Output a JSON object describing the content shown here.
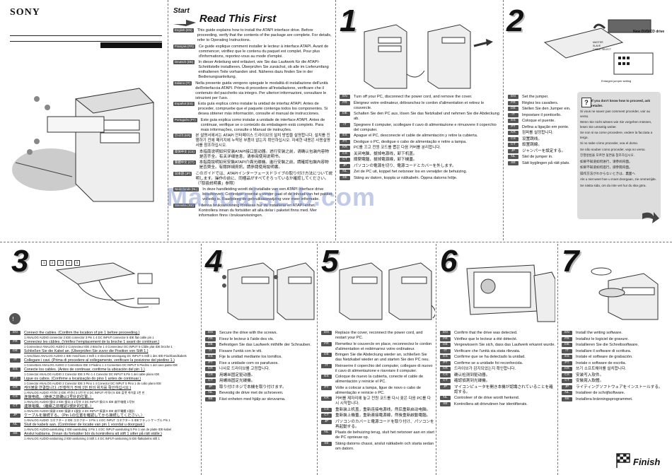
{
  "brand": "SONY",
  "start": {
    "label": "Start",
    "title": "Read This First"
  },
  "intro": [
    {
      "lang": "English (EN)",
      "text": "This guide explains how to install the ATAPI interface drive. Before proceeding, verify that the contents of the package are complete. For details, refer to Operating Instructions."
    },
    {
      "lang": "Français (FR)",
      "text": "Ce guide explique comment installer le lecteur à interface ATAPI. Avant de commencer, vérifiez que le contenu du paquet est complet. Pour plus d'informations, reportez-vous au mode d'emploi."
    },
    {
      "lang": "Deutsch (DE)",
      "text": "In dieser Anleitung wird erläutert, wie Sie das Laufwerk für die ATAPI-Schnittstelle installieren. Überprüfen Sie zunächst, ob alle im Lieferumfang enthaltenen Teile vorhanden sind. Näheres dazu finden Sie in der Bedienungsanleitung."
    },
    {
      "lang": "Italiano (IT)",
      "text": "Nella presente guida vengono spiegate le modalità di installazione dell'unità dell'interfaccia ATAPI. Prima di procedere all'installazione, verificare che il contenuto del pacchetto sia integro. Per ulteriori informazioni, consultare le istruzioni per l'uso."
    },
    {
      "lang": "Español (ES)",
      "text": "Esta guía explica cómo instalar la unidad de interfaz ATAPI. Antes de proceder, compruebe que el paquete contenga todos los componentes. Si desea obtener más información, consulte el manual de instrucciones."
    },
    {
      "lang": "Português (PT)",
      "text": "Este guia explica como instalar a unidade de interface ATAPI. Antes de continuar, verifique se o conteúdo da embalagem está completo. Para mais informações, consulte o Manual de instruções."
    },
    {
      "lang": "한국어 (KR)",
      "text": "본 설명서에서는 ATAPI 인터페이스 드라이브의 설치 방법을 설명합니다. 설치를 진행하기 전에 패키지에 누락된 부품이 없는지 확인하십시오. 자세한 내용은 사용설명서를 참조하십시오."
    },
    {
      "lang": "简体中文 (CS)",
      "text": "本指南说明如何安装ATAPI接口驱动器。进行安装之前，请确认包装内容物是否齐全。有关详细信息，请参阅使用说明书。"
    },
    {
      "lang": "繁體中文 (CT)",
      "text": "本指南說明如何安裝ATAPI介面光碟機。進行安裝之前，請確認包裝內容物是否齊全。有關詳細資訊，請參閱使用說明書。"
    },
    {
      "lang": "日本語 (JP)",
      "text": "このガイドでは、ATAPIインターフェースドライブの取り付け方法について説明します。操作の前に、同梱品がすべてそろっているか確認してください。（「取扱説明書」参照）"
    },
    {
      "lang": "Nederlands (NL)",
      "text": "In deze handleiding wordt de installatie van een ATAPI interface drive beschreven. Controleer voordat u verder gaat of de inhoud van het pakket volledig is. Raadpleeg de gebruiksaanwijzing voor meer informatie."
    },
    {
      "lang": "Svenska (SE)",
      "text": "I denna bruksanvisning förklaras hur du installerar en ATAPI-enhet. Kontrollera innan du fortsätter att alla delar i paketet finns med. Mer information finns i bruksanvisningen."
    }
  ],
  "steps": {
    "s1": {
      "num": "1",
      "lines": [
        {
          "lang": "EN",
          "text": "Turn off your PC, disconnect the power cord, and remove the cover."
        },
        {
          "lang": "FR",
          "text": "Éteignez votre ordinateur, débranchez le cordon d'alimentation et retirez le couvercle."
        },
        {
          "lang": "DE",
          "text": "Schalten Sie den PC aus, lösen Sie das Netzkabel und nehmen Sie die Abdeckung ab."
        },
        {
          "lang": "IT",
          "text": "Spegnere il computer, scollegare il cavo di alimentazione e rimuovere il coperchio del computer."
        },
        {
          "lang": "ES",
          "text": "Apague el PC, desconecte el cable de alimentación y retire la cubierta."
        },
        {
          "lang": "PT",
          "text": "Desligue o PC, desligue o cabo de alimentação e retire a tampa."
        },
        {
          "lang": "KR",
          "text": "PC를 끄고 전원 코드를 뽑은 다음 커버를 분리합니다."
        },
        {
          "lang": "CS",
          "text": "关闭电脑，拔掉电源线，卸下机盖。"
        },
        {
          "lang": "CT",
          "text": "關閉電腦，拔掉電源線，卸下機蓋。"
        },
        {
          "lang": "JP",
          "text": "パソコンの電源を切り、電源コードとカバーを外します。"
        },
        {
          "lang": "NL",
          "text": "Zet de PC uit, koppel het netsnoer los en verwijder de behuizing."
        },
        {
          "lang": "SE",
          "text": "Stäng av datorn, koppla ur nätkabeln. Öppna datorns hölje."
        }
      ]
    },
    "s2": {
      "num": "2",
      "label_drive": "New DVD/CD drive",
      "caption": "Enlarged jumper setting",
      "jumper_labels": [
        "MASTER",
        "SLAVE",
        "CABLE SELECT"
      ],
      "lines": [
        {
          "lang": "EN",
          "text": "Set the jumper."
        },
        {
          "lang": "FR",
          "text": "Réglez les cavaliers."
        },
        {
          "lang": "DE",
          "text": "Stellen Sie den Jumper ein."
        },
        {
          "lang": "IT",
          "text": "Impostare il ponticello."
        },
        {
          "lang": "ES",
          "text": "Coloque el puente."
        },
        {
          "lang": "PT",
          "text": "Defina a ligação em ponte."
        },
        {
          "lang": "KR",
          "text": "점퍼를 설정합니다."
        },
        {
          "lang": "CS",
          "text": "设置跳线。"
        },
        {
          "lang": "CT",
          "text": "設置跳線。"
        },
        {
          "lang": "JP",
          "text": "ジャンパーを設定する。"
        },
        {
          "lang": "NL",
          "text": "Stel de jumper in."
        },
        {
          "lang": "SE",
          "text": "Sätt byglingen på rätt plats."
        }
      ],
      "help": [
        "If you don't know how to proceed, ask retailer.",
        "Si vous ne savez pas comment procéder, voir au verso.",
        "Wenn Sie nicht wissen wie Sie vorgehen müssen, lesen Sie umseitig weiter.",
        "Se non si sa come procedere, vedere la facciata a tergo.",
        "Si no sabe cómo proceder, vea el dorso.",
        "Se não souber como proceder, veja no verso.",
        "진행방법을 모르면 뒷면을 참조하십시오.",
        "如果不知道如何进行，请参阅背面。",
        "如果不知道如何進行，請參閱背面。",
        "操作方法がわからないときは、裏面へ",
        "Als u niet weet hoe u moet doorgaan, zie ommezijde.",
        "Se nästa sida, om du inte vet hur du ska göra."
      ]
    },
    "s3": {
      "num": "3",
      "callouts": [
        "1",
        "2",
        "3",
        "4",
        "5"
      ],
      "lines": [
        {
          "lang": "EN",
          "text": "Connect the cables. (Confirm the location of pin 1 before proceeding.)"
        },
        {
          "lang": "FR",
          "text": "Connectez les câbles. (Vérifiez l'emplacement de la broche 1 avant de continuer.)"
        },
        {
          "lang": "DE",
          "text": "Schließen Sie die Kabel an. (Überprüfen Sie zuvor die Position von Stift 1.)"
        },
        {
          "lang": "IT",
          "text": "Collegare i cavi. (Prima di procedere al collegamento, verificare la posizione del piedino 1.)"
        },
        {
          "lang": "ES",
          "text": "Conecte los cables. (Antes de continuar, confirme la ubicación del pin 1.)"
        },
        {
          "lang": "PT",
          "text": "Ligue os cabos. (Confirme a localização do pino 1 antes de continuar.)"
        },
        {
          "lang": "KR",
          "text": "케이블을 연결합니다. (진행하기 전에 1번 핀의 위치를 확인하십시오.)"
        },
        {
          "lang": "CS",
          "text": "连接电缆。（继续之前确认1号针的位置。）"
        },
        {
          "lang": "CT",
          "text": "連接電纜。（繼續之前確認1號針的位置。）"
        },
        {
          "lang": "JP",
          "text": "ケーブルを接続する。（Pin 1の位置を確認してから接続してください。）"
        },
        {
          "lang": "NL",
          "text": "Sluit de kabels aan. (Controleer de locatie van pin 1 voordat u doorgaat.)"
        },
        {
          "lang": "SE",
          "text": "Anslut kablarna. (Innan du fortsätter bör du kontrollera att stift 1 sitter på rätt ställe.)"
        }
      ],
      "pin_lines": [
        [
          "ANALOG AUDIO connector",
          "IDE connector",
          "Pin 1",
          "DC INPUT connector",
          "IDE flat cable pin 1"
        ],
        [
          "Connecteur ANALOG AUDIO",
          "Connecteur IDE",
          "Broche 1",
          "Connecteur DC INPUT",
          "Câble plat IDE broche 1"
        ],
        [
          "Anschluss ANALOG AUDIO",
          "IDE-Anschluss",
          "Stift 1",
          "Gleichstromeingang DC INPUT",
          "Stift 1 des IDE-Flachbandkabels"
        ],
        [
          "Connettore ANALOG AUDIO",
          "Connettore IDE",
          "Piedino 1",
          "Connettore DC INPUT",
          "Piedino 1 del cavo piatto IDE"
        ],
        [
          "Conector ANALOG AUDIO",
          "Conector IDE",
          "Pin 1",
          "Conector DC INPUT",
          "Pin 1 del cable plano IDE"
        ],
        [
          "Conector ANALOG AUDIO",
          "Conector IDE",
          "Pino 1",
          "Conector DC INPUT",
          "Pino 1 do cabo plano IDE"
        ],
        [
          "ANALOG AUDIO 커넥터",
          "IDE 커넥터",
          "1번 핀",
          "DC INPUT 커넥터",
          "IDE 플랫 케이블 1번 핀"
        ],
        [
          "ANALOG AUDIO 接口",
          "IDE 接口",
          "1号针",
          "DC INPUT 接口",
          "IDE 扁平电缆 1号针"
        ],
        [
          "ANALOG AUDIO 接頭",
          "IDE 接頭",
          "1號針",
          "DC INPUT 接頭",
          "IDE 扁平電纜 1號針"
        ],
        [
          "ANALOG AUDIO コネクター",
          "IDE コネクター",
          "Pin 1",
          "DC INPUT コネクター",
          "IDEフラットケーブル Pin 1"
        ],
        [
          "ANALOG AUDIO-aansluiting",
          "IDE-aansluiting",
          "Pin 1",
          "DC INPUT-aansluiting",
          "Pin 1 van de platte IDE-kabel"
        ],
        [
          "ANALOG AUDIO-anslutning",
          "IDE-anslutning",
          "Stift 1",
          "DC INPUT-anslutning",
          "IDE-flatkabelns stift 1"
        ]
      ]
    },
    "s4": {
      "num": "4",
      "lines": [
        {
          "lang": "EN",
          "text": "Secure the drive with the screws."
        },
        {
          "lang": "FR",
          "text": "Fixez le lecteur à l'aide des vis."
        },
        {
          "lang": "DE",
          "text": "Befestigen Sie das Laufwerk mithilfe der Schrauben."
        },
        {
          "lang": "IT",
          "text": "Fissare l'unità con le viti."
        },
        {
          "lang": "ES",
          "text": "Fije la unidad mediante los tornillos."
        },
        {
          "lang": "PT",
          "text": "Fixe a unidade com os parafusos."
        },
        {
          "lang": "KR",
          "text": "나사로 드라이브를 고정합니다."
        },
        {
          "lang": "CS",
          "text": "用螺丝固定驱动器。"
        },
        {
          "lang": "CT",
          "text": "用螺絲固定光碟機。"
        },
        {
          "lang": "JP",
          "text": "取り付けネジで本機を取り付けます。"
        },
        {
          "lang": "NL",
          "text": "Bevestig de drive met de schroeven."
        },
        {
          "lang": "SE",
          "text": "Fäst enheten med hjälp av skruvarna."
        }
      ]
    },
    "s5": {
      "num": "5",
      "lines": [
        {
          "lang": "EN",
          "text": "Replace the cover, reconnect the power cord, and restart your PC."
        },
        {
          "lang": "FR",
          "text": "Remettez le couvercle en place, reconnectez le cordon d'alimentation et redémarrez votre ordinateur."
        },
        {
          "lang": "DE",
          "text": "Bringen Sie die Abdeckung wieder an, schließen Sie das Netzkabel wieder an und starten Sie den PC neu."
        },
        {
          "lang": "IT",
          "text": "Reinserire il coperchio del computer, collegare di nuovo il cavo di alimentazione e riavviare il computer."
        },
        {
          "lang": "ES",
          "text": "Coloque de nuevo la cubierta, conecte el cable de alimentación y reinicie el PC."
        },
        {
          "lang": "PT",
          "text": "Volte a colocar a tampa, ligue de novo o cabo de alimentação e reinicie o PC."
        },
        {
          "lang": "KR",
          "text": "커버를 제자리에 놓고 전원 코드를 다시 꽂은 다음 PC를 다시 시작합니다."
        },
        {
          "lang": "CS",
          "text": "重新装上机盖，重新连接电源线，然后重新启动电脑。"
        },
        {
          "lang": "CT",
          "text": "重新裝上機蓋，重新連接電源線，然後重新啟動電腦。"
        },
        {
          "lang": "JP",
          "text": "パソコンのカバーと電源コードを取り付け、パソコンを再起動する。"
        },
        {
          "lang": "NL",
          "text": "Plaats de behuizing terug, sluit het netsnoer aan en start de PC opnieuw op."
        },
        {
          "lang": "SE",
          "text": "Stäng datorns chassi, anslut nätkabeln och starta sedan om datorn."
        }
      ]
    },
    "s6": {
      "num": "6",
      "lines": [
        {
          "lang": "EN",
          "text": "Confirm that the drive was detected."
        },
        {
          "lang": "FR",
          "text": "Vérifiez que le lecteur a été détecté."
        },
        {
          "lang": "DE",
          "text": "Vergewissern Sie sich, dass das Laufwerk erkannt wurde."
        },
        {
          "lang": "IT",
          "text": "Verificare che l'unità sia stata rilevata."
        },
        {
          "lang": "ES",
          "text": "Confirme que se ha detectado la unidad."
        },
        {
          "lang": "PT",
          "text": "Confirme se a unidade foi reconhecida."
        },
        {
          "lang": "KR",
          "text": "드라이브가 감지되었는지 확인합니다."
        },
        {
          "lang": "CS",
          "text": "确认检测到驱动器。"
        },
        {
          "lang": "CT",
          "text": "確認偵測到光碟機。"
        },
        {
          "lang": "JP",
          "text": "マイコンピュータを開き本機が認識されていることを確認する。"
        },
        {
          "lang": "NL",
          "text": "Controleer of de drive wordt herkend."
        },
        {
          "lang": "SE",
          "text": "Kontrollera att drivrutinen har identifierats."
        }
      ]
    },
    "s7": {
      "num": "7",
      "lines": [
        {
          "lang": "EN",
          "text": "Install the writing software."
        },
        {
          "lang": "FR",
          "text": "Installez le logiciel de gravure."
        },
        {
          "lang": "DE",
          "text": "Installieren Sie die Schreibsoftware."
        },
        {
          "lang": "IT",
          "text": "Installare il software di scrittura."
        },
        {
          "lang": "ES",
          "text": "Instale el software de grabación."
        },
        {
          "lang": "PT",
          "text": "Instale o software de escrita."
        },
        {
          "lang": "KR",
          "text": "쓰기 소프트웨어를 설치합니다."
        },
        {
          "lang": "CS",
          "text": "安装写入软件。"
        },
        {
          "lang": "CT",
          "text": "安裝寫入軟體。"
        },
        {
          "lang": "JP",
          "text": "ライティングソフトウェアをインストールする。"
        },
        {
          "lang": "NL",
          "text": "Installeer de schrijfsoftware."
        },
        {
          "lang": "SE",
          "text": "Installera bränningsprogrammet."
        }
      ]
    }
  },
  "finish": "Finish",
  "watermark": "ManualsLib.com"
}
